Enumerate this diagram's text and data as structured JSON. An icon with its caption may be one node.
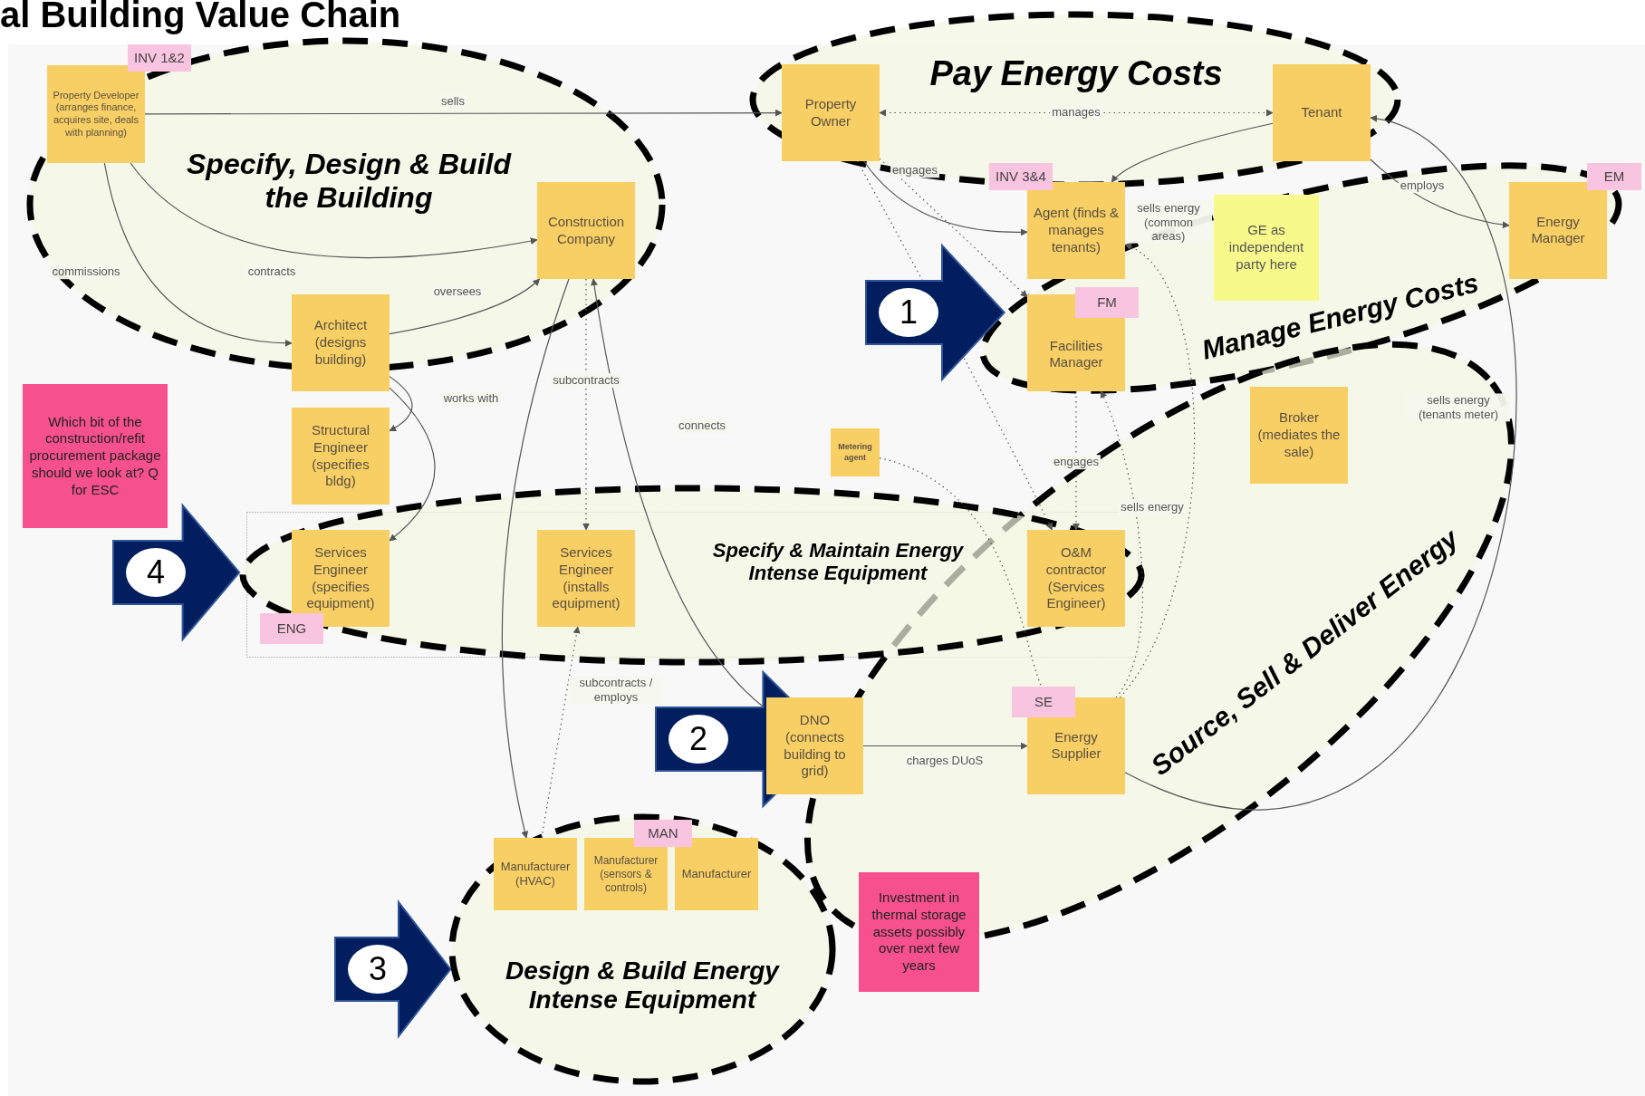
{
  "diagram": {
    "title": "al Building Value Chain",
    "nodes": [
      {
        "text": [
          "Specify, Design & Build the Building"
        ]
      },
      {
        "text": [
          "Pay Energy Costs"
        ]
      },
      {
        "text": [
          "Manage Energy Costs"
        ]
      },
      {
        "text": [
          "Property Developer (arranges finance, acquires site, deals with planning)"
        ],
        "in": 0
      },
      {
        "text": [
          "INV 1&2"
        ]
      },
      {
        "text": [
          "Property Owner"
        ],
        "in": 1
      },
      {
        "text": [
          "Tenant"
        ],
        "in": 1
      },
      {
        "text": [
          "Construction Company"
        ],
        "in": 0
      },
      {
        "text": [
          "INV 3&4"
        ]
      },
      {
        "text": [
          "Agent (finds & manages tenants)"
        ]
      },
      {
        "text": [
          "GE as independent party here"
        ],
        "in": 2
      },
      {
        "text": [
          "EM"
        ]
      },
      {
        "text": [
          "Energy Manager"
        ],
        "in": 2
      },
      {
        "text": [
          "FM"
        ],
        "in": 2
      },
      {
        "text": [
          "Facilities Manager"
        ],
        "in": 2
      },
      {
        "text": [
          "Architect (designs building)"
        ]
      },
      {
        "text": [
          "Structural Engineer (specifies bldg)"
        ]
      },
      {
        "text": [
          "Which bit of the construction/refit procurement package should we look at? Q for ESC"
        ]
      },
      {
        "text": [
          "Source, Sell & Deliver Energy"
        ]
      },
      {
        "text": [
          "Broker (mediates the sale)"
        ],
        "in": 18
      },
      {
        "text": [
          "Metering agent"
        ]
      },
      {
        "text": [
          "Specify & Maintain Energy Intense Equipment"
        ]
      },
      {
        "text": [
          "Services Engineer (specifies equipment)"
        ],
        "in": 21
      },
      {
        "text": [
          "Services Engineer (installs equipment)"
        ],
        "in": 21
      },
      {
        "text": [
          "O&M contractor (Services Engineer)"
        ]
      },
      {
        "text": [
          "ENG"
        ]
      },
      {
        "text": [
          "DNO (connects building to grid)"
        ]
      },
      {
        "text": [
          "SE"
        ],
        "in": 18
      },
      {
        "text": [
          "Energy Supplier"
        ],
        "in": 18
      },
      {
        "text": [
          "Design & Build Energy Intense Equipment"
        ]
      },
      {
        "text": [
          "MAN"
        ],
        "in": 29
      },
      {
        "text": [
          "Manufacturer (HVAC)"
        ],
        "in": 29
      },
      {
        "text": [
          "Manufacturer (sensors & controls)"
        ],
        "in": 29
      },
      {
        "text": [
          "Manufacturer"
        ],
        "in": 29
      },
      {
        "text": [
          "Investment in thermal storage assets possibly over next few years"
        ]
      }
    ],
    "edges": [
      {
        "from": 3,
        "to": 5,
        "arrow": "to",
        "label": "sells"
      },
      {
        "from": 3,
        "to": 7,
        "arrow": "to",
        "label": "contracts"
      },
      {
        "from": 3,
        "to": 15,
        "arrow": "to",
        "label": "commissions"
      },
      {
        "from": 15,
        "to": 7,
        "arrow": "to",
        "label": "oversees"
      },
      {
        "from": 15,
        "to": 16,
        "arrow": "to",
        "label": "works with"
      },
      {
        "from": 15,
        "to": 22,
        "arrow": "to"
      },
      {
        "from": 7,
        "to": 23,
        "arrow": "to",
        "label": "subcontracts",
        "style": "dashed"
      },
      {
        "from": 7,
        "to": 31,
        "arrow": "to"
      },
      {
        "from": 26,
        "to": 7,
        "arrow": "to",
        "label": "connects"
      },
      {
        "from": 31,
        "to": 23,
        "arrow": "to",
        "label": "subcontracts / employs",
        "style": "dashed"
      },
      {
        "from": 5,
        "to": 6,
        "arrow": "both",
        "label": "manages",
        "style": "dashed"
      },
      {
        "from": 5,
        "to": 9,
        "arrow": "to",
        "label": "engages"
      },
      {
        "from": 6,
        "to": 9,
        "arrow": "to"
      },
      {
        "from": 6,
        "to": 12,
        "arrow": "to",
        "label": "employs"
      },
      {
        "from": 28,
        "to": 6,
        "arrow": "to",
        "label": "sells energy (tenants meter)"
      },
      {
        "from": 5,
        "to": 14,
        "arrow": "to",
        "style": "dashed"
      },
      {
        "from": 5,
        "to": 24,
        "arrow": "to",
        "style": "dashed"
      },
      {
        "from": 14,
        "to": 24,
        "arrow": "to",
        "label": "engages",
        "style": "dashed"
      },
      {
        "from": 28,
        "to": 14,
        "arrow": "to",
        "label": "sells energy",
        "style": "dashed"
      },
      {
        "from": 28,
        "to": 9,
        "arrow": "to",
        "label": "sells energy (common areas)",
        "style": "dashed"
      },
      {
        "from": 26,
        "to": 28,
        "arrow": "to",
        "label": "charges DUoS"
      },
      {
        "from": 20,
        "to": 28,
        "arrow": "to",
        "style": "dashed"
      },
      {
        "from": null,
        "to": 2,
        "arrow": "to",
        "label": "1",
        "style": "thick",
        "color": "#021e5e"
      },
      {
        "from": null,
        "to": 18,
        "arrow": "to",
        "label": "2",
        "style": "thick",
        "color": "#021e5e"
      },
      {
        "from": null,
        "to": 29,
        "arrow": "to",
        "label": "3",
        "style": "thick",
        "color": "#021e5e"
      },
      {
        "from": null,
        "to": 21,
        "arrow": "to",
        "label": "4",
        "style": "thick",
        "color": "#021e5e"
      }
    ]
  }
}
